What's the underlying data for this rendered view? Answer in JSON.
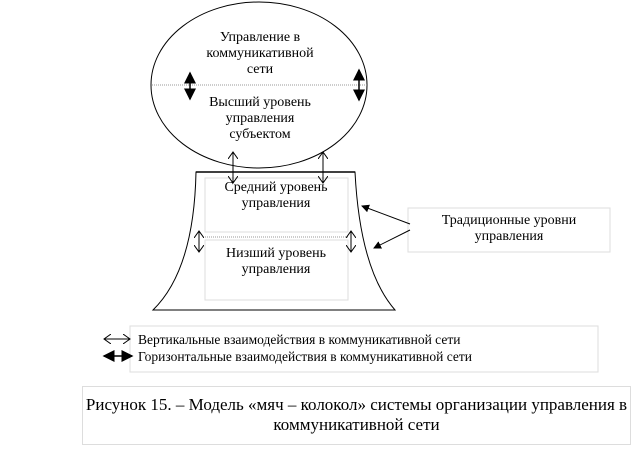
{
  "ball": {
    "top_text": "Управление в коммуникативной сети",
    "bottom_text": "Высший уровень управления субъектом"
  },
  "bell": {
    "middle_text": "Средний уровень управления",
    "lower_text": "Низший уровень управления"
  },
  "callout": "Традиционные уровни управления",
  "legend": {
    "vertical": "Вертикальные взаимодействия в коммуникативной сети",
    "horizontal": "Горизонтальные взаимодействия в коммуникативной сети"
  },
  "caption": "Рисунок 15. – Модель «мяч – колокол» системы организации управления в коммуникативной сети"
}
